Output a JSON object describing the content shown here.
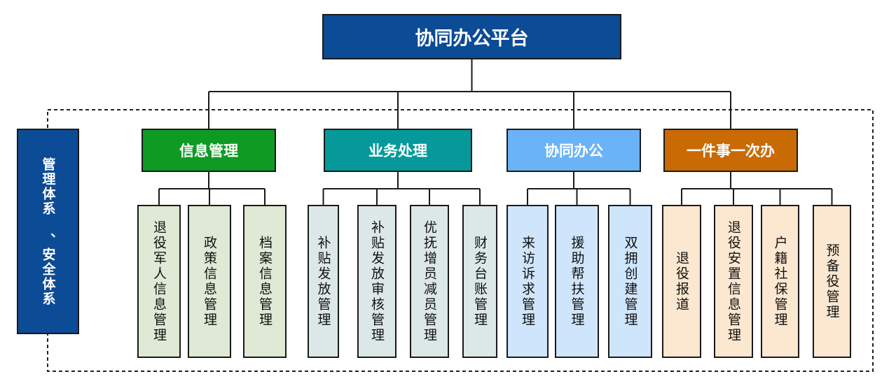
{
  "root": {
    "label": "协同办公平台",
    "color": "#0c4b95"
  },
  "side_panel": {
    "label": "管理体系 、安全体系",
    "color": "#0c4b95"
  },
  "categories": [
    {
      "label": "信息管理",
      "color": "#0f9a23",
      "text_color": "#ffffff",
      "leaf_color": "#dfe9d5",
      "leaves": [
        "退役军人信息管理",
        "政策信息管理",
        "档案信息管理"
      ]
    },
    {
      "label": "业务处理",
      "color": "#05999a",
      "text_color": "#ffffff",
      "leaf_color": "#dce8e7",
      "leaves": [
        "补贴发放管理",
        "补贴发放审核管理",
        "优抚增员减员管理",
        "财务台账管理"
      ]
    },
    {
      "label": "协同办公",
      "color": "#6bb3f7",
      "text_color": "#ffffff",
      "leaf_color": "#cfe5fb",
      "leaves": [
        "来访诉求管理",
        "援助帮扶管理",
        "双拥创建管理"
      ]
    },
    {
      "label": "一件事一次办",
      "color": "#c96a04",
      "text_color": "#ffffff",
      "leaf_color": "#fce7d0",
      "leaves": [
        "退役报道",
        "退役安置信息管理",
        "户籍社保管理",
        "预备役管理"
      ]
    }
  ]
}
